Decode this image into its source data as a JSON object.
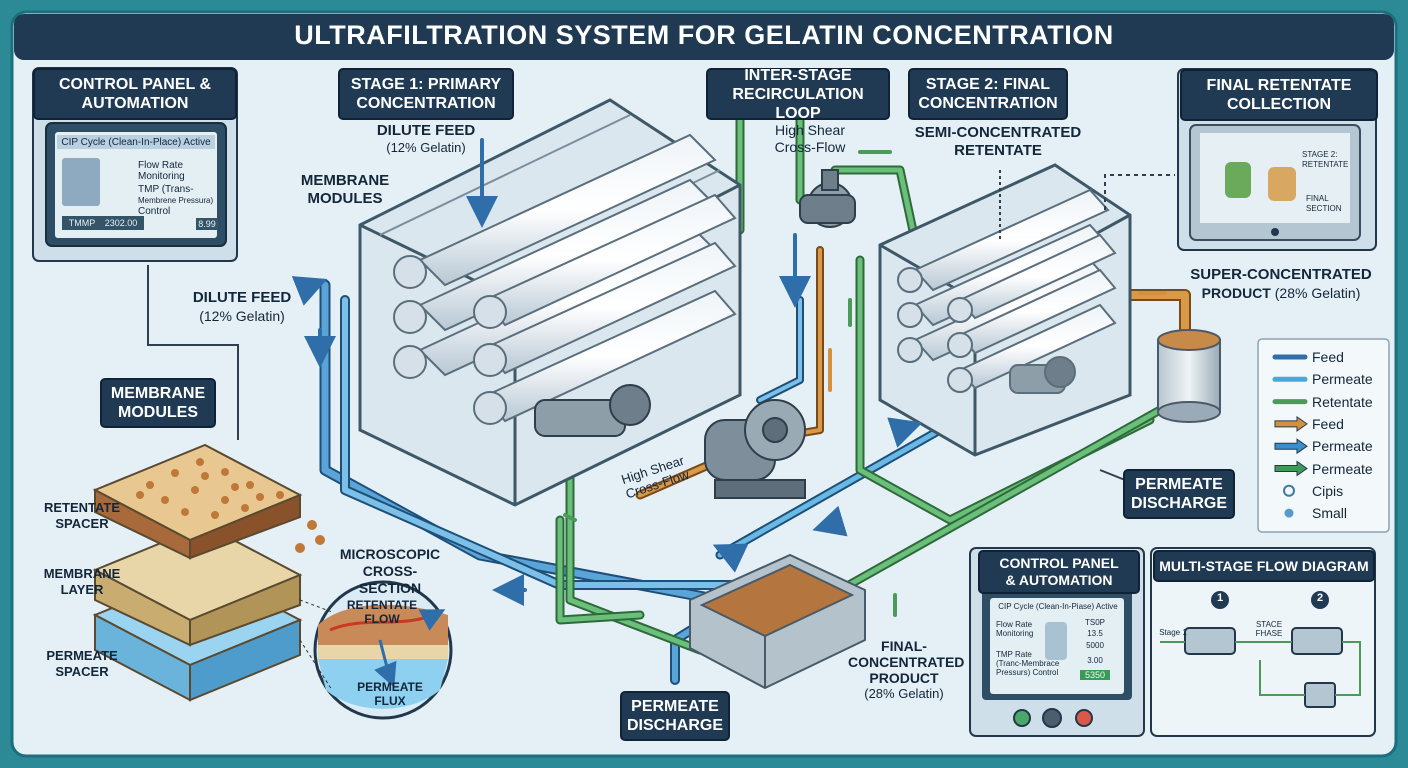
{
  "title": "ULTRAFILTRATION SYSTEM FOR GELATIN CONCENTRATION",
  "headers": {
    "control_panel_top": [
      "CONTROL PANEL &",
      "AUTOMATION"
    ],
    "stage1": [
      "STAGE 1: PRIMARY",
      "CONCENTRATION"
    ],
    "inter_stage": [
      "INTER-STAGE",
      "RECIRCULATION LOOP"
    ],
    "stage2": [
      "STAGE 2: FINAL",
      "CONCENTRATION"
    ],
    "final_retentate": [
      "FINAL RETENTATE",
      "COLLECTION"
    ],
    "membrane_modules_left": [
      "MEMBRANE",
      "MODULES"
    ],
    "permeate_discharge_right": [
      "PERMEATE",
      "DISCHARGE"
    ],
    "permeate_discharge_bottom": [
      "PERMEATE",
      "DISCHARGE"
    ],
    "control_panel_bottom": [
      "CONTROL PANEL",
      "& AUTOMATION"
    ],
    "multi_stage": "MULTI-STAGE FLOW DIAGRAM"
  },
  "control_screen_top": {
    "status": "CIP Cycle (Clean-In-Place) Active",
    "flow_rate": [
      "Flow Rate",
      "Monitoring"
    ],
    "tmp": [
      "TMP",
      "(Trans-",
      "Membrene Pressura)",
      "Control"
    ],
    "readout_left": "TMMP",
    "readout_mid": "2302.00",
    "readout_right": "8.99"
  },
  "labels": {
    "dilute_feed_top": [
      "DILUTE FEED",
      "(12% Gelatin)"
    ],
    "membrane_modules_top": [
      "MEMBRANE",
      "MODULES"
    ],
    "high_shear_top": [
      "High Shear",
      "Cross-Flow"
    ],
    "semi_concentrated": [
      "SEMI-CONCENTRATED",
      "RETENTATE"
    ],
    "super_concentrated": [
      "SUPER-CONCENTRATED",
      "PRODUCT",
      "(28% Gelatin)"
    ],
    "dilute_feed_left": [
      "DILUTE FEED",
      "(12% Gelatin)"
    ],
    "high_shear_mid": [
      "High Shear",
      "Cross-Flow"
    ],
    "final_concentrated": [
      "FINAL-",
      "CONCENTRATED",
      "PRODUCT",
      "(28% Gelatin)"
    ],
    "microscopic": [
      "MICROSCOPIC",
      "CROSS-SECTION"
    ],
    "retentate_flow": [
      "RETENTATE",
      "FLOW"
    ],
    "permeate_flux": [
      "PERMEATE",
      "FLUX"
    ],
    "retentate_spacer": [
      "RETENTATE",
      "SPACER"
    ],
    "membrane_layer": [
      "MEMBRANE",
      "LAYER"
    ],
    "permeate_spacer": [
      "PERMEATE",
      "SPACER"
    ]
  },
  "final_screen": {
    "stage2_retentate": [
      "STAGE 2:",
      "RETENTATE"
    ],
    "final_section": [
      "FINAL",
      "SECTION"
    ]
  },
  "legend": [
    {
      "label": "Feed",
      "color": "#2f6ea8",
      "kind": "line"
    },
    {
      "label": "Permeate",
      "color": "#4aa8d8",
      "kind": "line"
    },
    {
      "label": "Retentate",
      "color": "#4c9a5a",
      "kind": "line"
    },
    {
      "label": "Feed",
      "color": "#d4913c",
      "kind": "arrow"
    },
    {
      "label": "Permeate",
      "color": "#3a8ed0",
      "kind": "arrow"
    },
    {
      "label": "Permeate",
      "color": "#3e9a5a",
      "kind": "arrow"
    },
    {
      "label": "Cipis",
      "color": "#3a7aa8",
      "kind": "ring"
    },
    {
      "label": "Small",
      "color": "#5a9ac8",
      "kind": "dot"
    }
  ],
  "control_screen_bottom": {
    "status": "CIP Cycle (Clean-In-Piase) Active",
    "flow_rate": [
      "Flow Rate",
      "Monitoring"
    ],
    "tmp": [
      "TMP Rate",
      "(Tranc-Membrace",
      "Pressurs) Control"
    ],
    "values": [
      "TS0P",
      "13.5",
      "5000",
      "3.00"
    ],
    "readout": "5350"
  },
  "multi_stage": {
    "step1": "1",
    "step2": "2",
    "stage1": "Stage 1",
    "stage_phase": [
      "STACE",
      "FHASE"
    ]
  },
  "colors": {
    "frame": "#2b8a96",
    "background": "#e4f0f6",
    "header": "#1f3a52",
    "feed": "#2f6ea8",
    "permeate": "#4aa8d8",
    "retentate": "#4c9a5a",
    "product": "#d4913c"
  }
}
